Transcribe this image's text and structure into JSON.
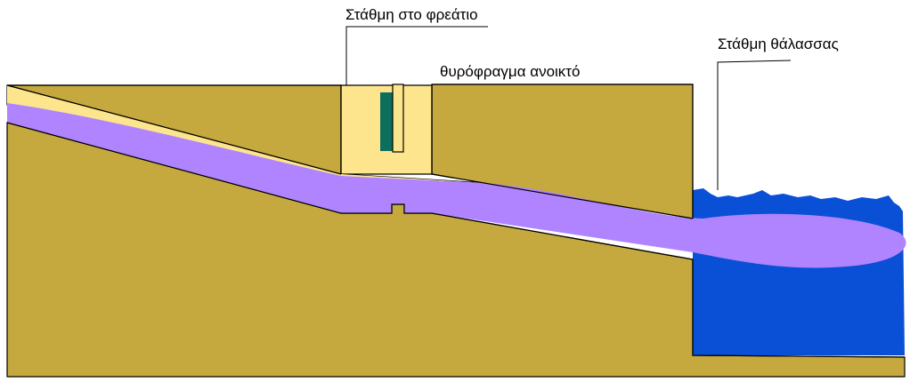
{
  "labels": {
    "well_level": "Στάθμη στο φρεάτιο",
    "gate_open": "θυρόφραγμα ανοικτό",
    "sea_level": "Στάθμη θάλασσας"
  },
  "colors": {
    "ground": "#C6A93E",
    "water_light": "#FDE58E",
    "water_flow": "#B084FF",
    "sea": "#0A50D6",
    "gate": "#0E6E5E",
    "outline": "#000000"
  }
}
